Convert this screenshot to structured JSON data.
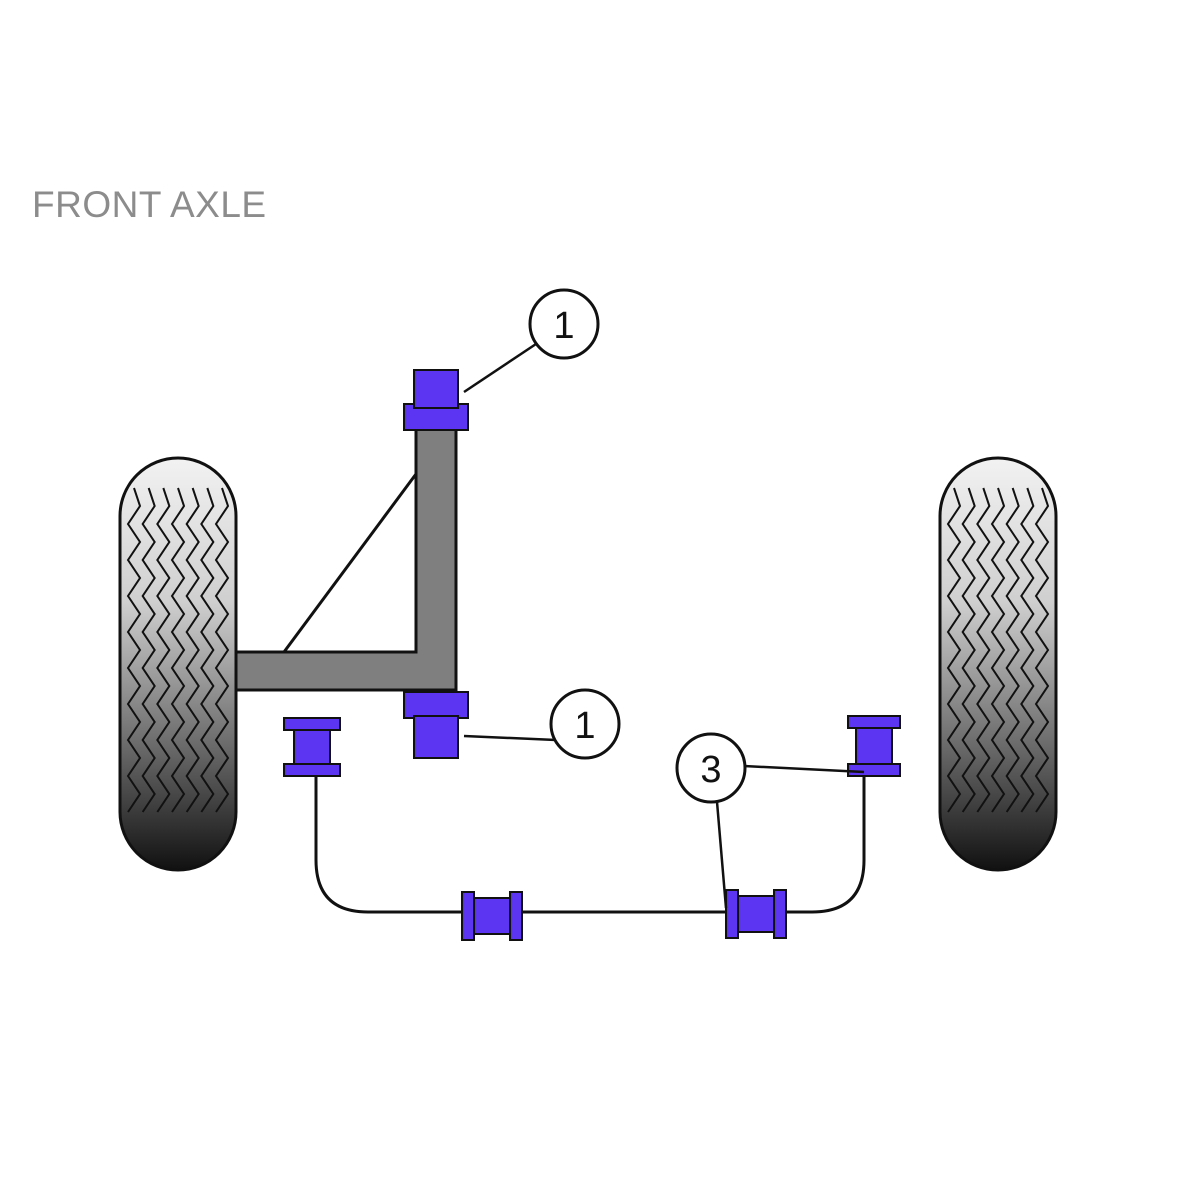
{
  "title": "FRONT AXLE",
  "colors": {
    "bush": "#5b35f2",
    "bush_dark": "#3f1fc2",
    "arm": "#7f7f7f",
    "tyre_light": "#e6e6e6",
    "tyre_dark": "#161616",
    "outline": "#111111",
    "title": "#8c8c8c"
  },
  "callouts": [
    {
      "id": "top",
      "label": "1"
    },
    {
      "id": "bottom",
      "label": "1"
    },
    {
      "id": "antiroll",
      "label": "3"
    }
  ],
  "icons": [
    "tyre-icon",
    "wishbone-arm",
    "anti-roll-bar",
    "bush-icon"
  ]
}
